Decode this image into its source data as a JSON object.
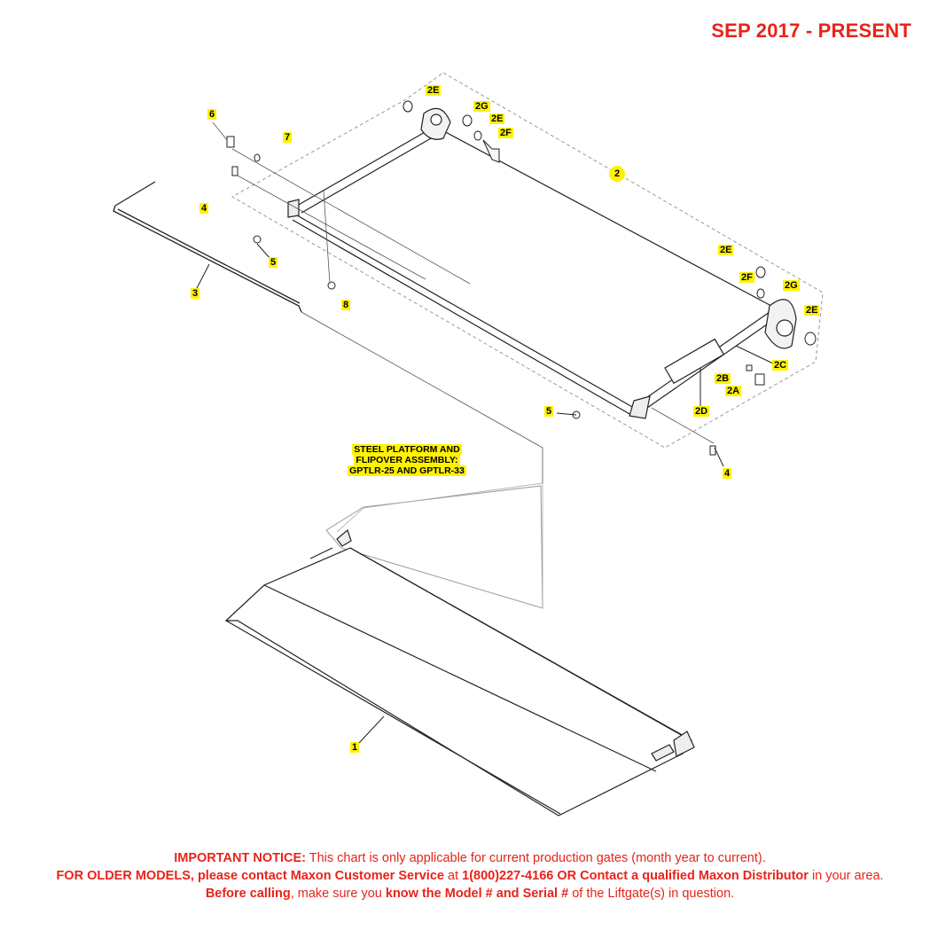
{
  "header": {
    "date_range": "SEP 2017 - PRESENT"
  },
  "assembly": {
    "line1": "STEEL PLATFORM AND",
    "line2": "FLIPOVER ASSEMBLY:",
    "line3": "GPTLR-25 AND GPTLR-33"
  },
  "callouts": {
    "c2E_a": "2E",
    "c2G_a": "2G",
    "c2E_b": "2E",
    "c2F_a": "2F",
    "c6": "6",
    "c7": "7",
    "c4_a": "4",
    "c5_a": "5",
    "c3": "3",
    "c8": "8",
    "c2": "2",
    "c2E_c": "2E",
    "c2F_b": "2F",
    "c2G_b": "2G",
    "c2E_d": "2E",
    "c2C": "2C",
    "c2B": "2B",
    "c2A": "2A",
    "c2D": "2D",
    "c5_b": "5",
    "c4_b": "4",
    "c1": "1"
  },
  "notice": {
    "label": "IMPORTANT NOTICE:",
    "text1": " This chart is only applicable for current production gates (month year to current).",
    "older": "FOR OLDER MODELS, please contact Maxon Customer Service",
    "at": " at ",
    "phone": "1(800)227-4166 OR Contact a qualified Maxon Distributor",
    "in_area": " in your area. ",
    "before": "Before calling",
    "make_sure": ", make sure you ",
    "know": "know the Model # and Serial #",
    "tail": " of the Liftgate(s) in question."
  },
  "colors": {
    "accent_red": "#e8231a",
    "callout_yellow": "#fff200",
    "line": "#222222",
    "dashed": "#999999"
  }
}
